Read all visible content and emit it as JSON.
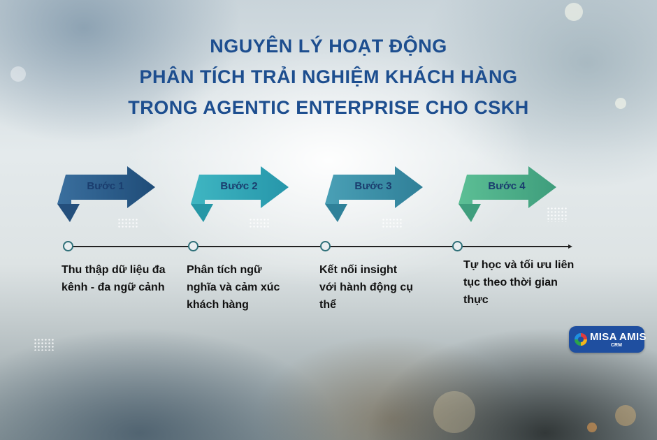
{
  "title": {
    "line1": "NGUYÊN LÝ HOẠT ĐỘNG",
    "line2": "PHÂN TÍCH TRẢI NGHIỆM KHÁCH HÀNG",
    "line3": "TRONG AGENTIC ENTERPRISE CHO CSKH"
  },
  "steps": [
    {
      "label": "Bước 1",
      "description": "Thu thập dữ liệu đa kênh - đa ngữ cảnh",
      "color": "#2b5c8a"
    },
    {
      "label": "Bước 2",
      "description": "Phân tích ngữ nghĩa và cảm xúc khách hàng",
      "color": "#2aa3b3"
    },
    {
      "label": "Bước 3",
      "description": "Kết nối insight với hành động cụ thể",
      "color": "#3a8fa8"
    },
    {
      "label": "Bước 4",
      "description": "Tự học và tối ưu liên tục theo thời gian thực",
      "color": "#4ab08a"
    }
  ],
  "colors": {
    "title": "#1d4e8f",
    "timeline": "#222222",
    "node_border": "#2e6f78"
  },
  "logo": {
    "brand": "MISA AMIS",
    "sub": "CRM"
  }
}
